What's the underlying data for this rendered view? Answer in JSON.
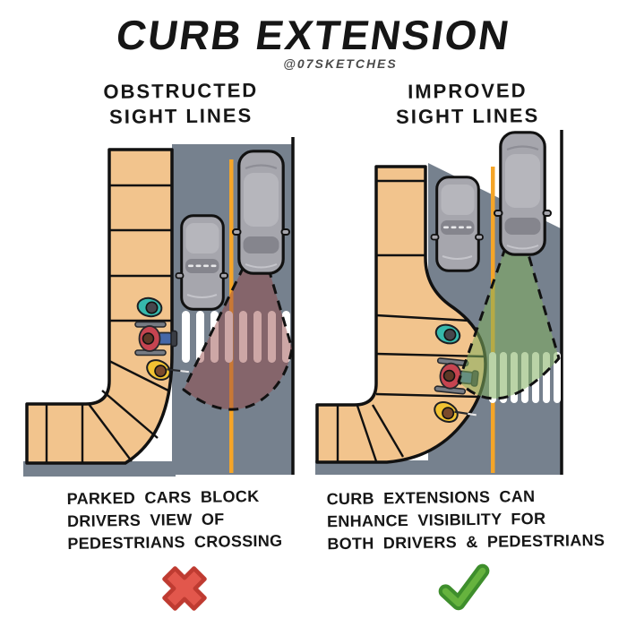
{
  "header": {
    "title": "CURB EXTENSION",
    "handle": "@07SKETCHES"
  },
  "left_panel": {
    "heading_lines": [
      "OBSTRUCTED",
      "SIGHT LINES"
    ],
    "caption_lines": [
      "PARKED CARS BLOCK",
      "DRIVERS VIEW OF",
      "PEDESTRIANS CROSSING"
    ],
    "verdict_icon": "x-mark"
  },
  "right_panel": {
    "heading_lines": [
      "IMPROVED",
      "SIGHT LINES"
    ],
    "caption_lines": [
      "CURB EXTENSIONS CAN",
      "ENHANCE VISIBILITY FOR",
      "BOTH DRIVERS & PEDESTRIANS"
    ],
    "verdict_icon": "check-mark"
  },
  "colors": {
    "ink": "#161616",
    "handle": "#4a4a4a",
    "road": "#76818e",
    "sidewalk": "#f2c48d",
    "outline": "#111111",
    "car": "#a6a6ad",
    "car-dark": "#85858d",
    "car-light": "#c6c6cc",
    "center-line": "#f5a528",
    "stripe": "#ffffff",
    "cone-red": "rgba(150,72,70,0.48)",
    "cone-green": "rgba(130,175,95,0.55)",
    "x-red": "#e2574c",
    "x-red-dark": "#bf3b31",
    "check-green": "#66b33e",
    "check-green-dark": "#3e8e2c",
    "teal": "#36b8ac",
    "yellow": "#f1c232",
    "crimson": "#c64450",
    "jeans": "#4668a8",
    "skin-brown": "#7a4a2b",
    "head-gray": "#46464c",
    "frame-gray": "#767b83"
  }
}
